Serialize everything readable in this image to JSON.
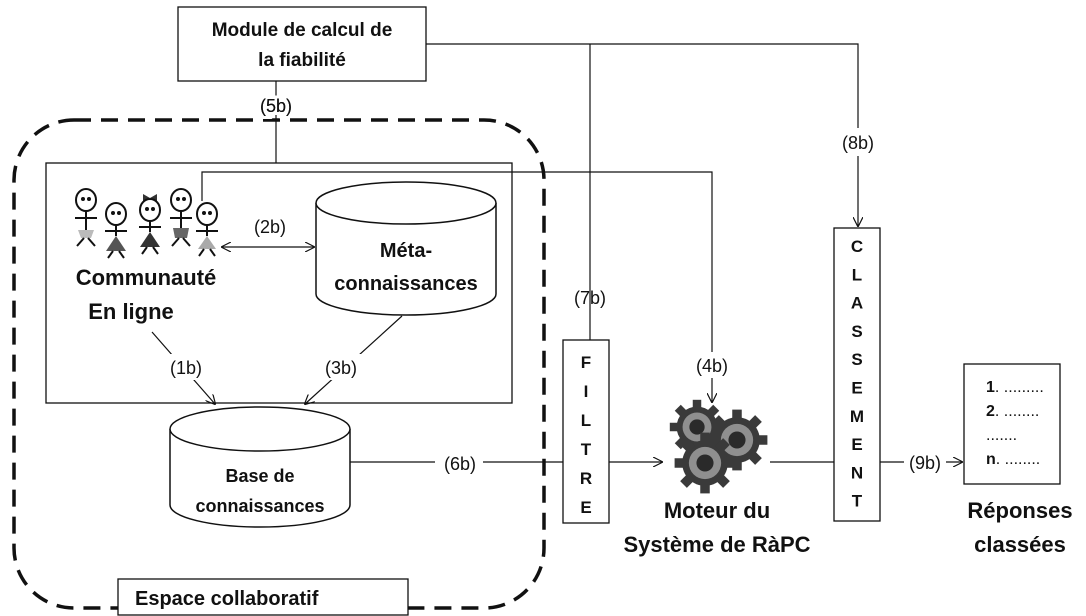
{
  "module": {
    "line1": "Module de calcul de",
    "line2": "la fiabilité"
  },
  "community": {
    "line1": "Communauté",
    "line2": "En ligne"
  },
  "meta": {
    "line1": "Méta-",
    "line2": "connaissances"
  },
  "base": {
    "line1": "Base de",
    "line2": "connaissances"
  },
  "space_label": "Espace collaboratif",
  "filtre": [
    "F",
    "I",
    "L",
    "T",
    "R",
    "E"
  ],
  "classement": [
    "C",
    "L",
    "A",
    "S",
    "S",
    "E",
    "M",
    "E",
    "N",
    "T"
  ],
  "engine": {
    "line1": "Moteur du",
    "line2": "Système de RàPC"
  },
  "responses": {
    "items": [
      {
        "num": "1",
        "rest": ". ........."
      },
      {
        "num": "2",
        "rest": ". ........"
      },
      {
        "num": "",
        "rest": "......."
      },
      {
        "num": "n",
        "rest": ". ........"
      }
    ],
    "label_line1": "Réponses",
    "label_line2": "classées"
  },
  "edges": {
    "e1b": "(1b)",
    "e2b": "(2b)",
    "e3b": "(3b)",
    "e4b": "(4b)",
    "e5b": "(5b)",
    "e6b": "(6b)",
    "e7b": "(7b)",
    "e8b": "(8b)",
    "e9b": "(9b)"
  },
  "colors": {
    "line": "#111111",
    "gear_dark": "#3a3a3a",
    "gear_light": "#9a9a9a",
    "dress": "#555555"
  }
}
